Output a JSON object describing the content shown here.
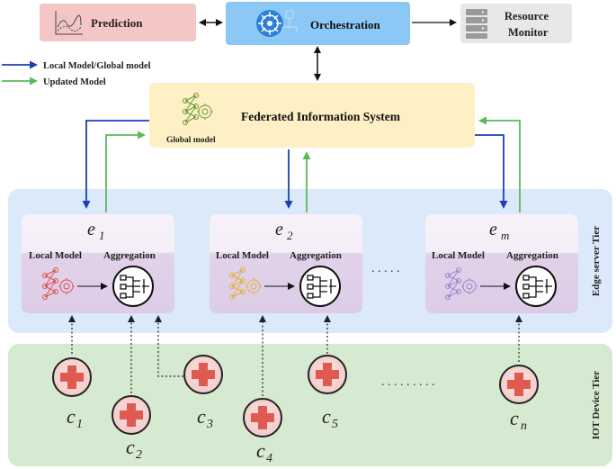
{
  "top": {
    "prediction_label": "Prediction",
    "orchestration_label": "Orchestration",
    "resource_monitor_line1": "Resource",
    "resource_monitor_line2": "Monitor"
  },
  "legend": {
    "items": [
      {
        "label": "Local Model/Global model",
        "color": "#1a3fb5"
      },
      {
        "label": "Updated Model",
        "color": "#5cb85c"
      }
    ]
  },
  "fis": {
    "title": "Federated Information System",
    "global_model_label": "Global model"
  },
  "edge_tier": {
    "label": "Edge server Tier",
    "dots": ". . . . .",
    "servers": [
      {
        "name": "e",
        "sub": "1",
        "local_label": "Local Model",
        "agg_label": "Aggregation",
        "net_color": "#d9534f"
      },
      {
        "name": "e",
        "sub": "2",
        "local_label": "Local Model",
        "agg_label": "Aggregation",
        "net_color": "#e0b23a"
      },
      {
        "name": "e",
        "sub": "m",
        "local_label": "Local Model",
        "agg_label": "Aggregation",
        "net_color": "#9b84d1"
      }
    ]
  },
  "iot_tier": {
    "label": "IOT Device Tier",
    "dots": ". . . . . . . . .",
    "devices": [
      {
        "name": "c",
        "sub": "1"
      },
      {
        "name": "c",
        "sub": "2"
      },
      {
        "name": "c",
        "sub": "3"
      },
      {
        "name": "c",
        "sub": "4"
      },
      {
        "name": "c",
        "sub": "5"
      },
      {
        "name": "c",
        "sub": "n"
      }
    ]
  },
  "colors": {
    "prediction_bg": "#f5c6c6",
    "orchestration_bg": "#8cc8f5",
    "resource_bg": "#e6e6e6",
    "fis_bg": "#fdf0c4",
    "edge_bg": "#dbe9fa",
    "iot_bg": "#d6ead2",
    "server_top": "#f6f0f8",
    "server_bottom": "#e4d4ea",
    "device_fill": "#e05a4f",
    "blue_arrow": "#1a3fb5",
    "green_arrow": "#5cb85c"
  }
}
